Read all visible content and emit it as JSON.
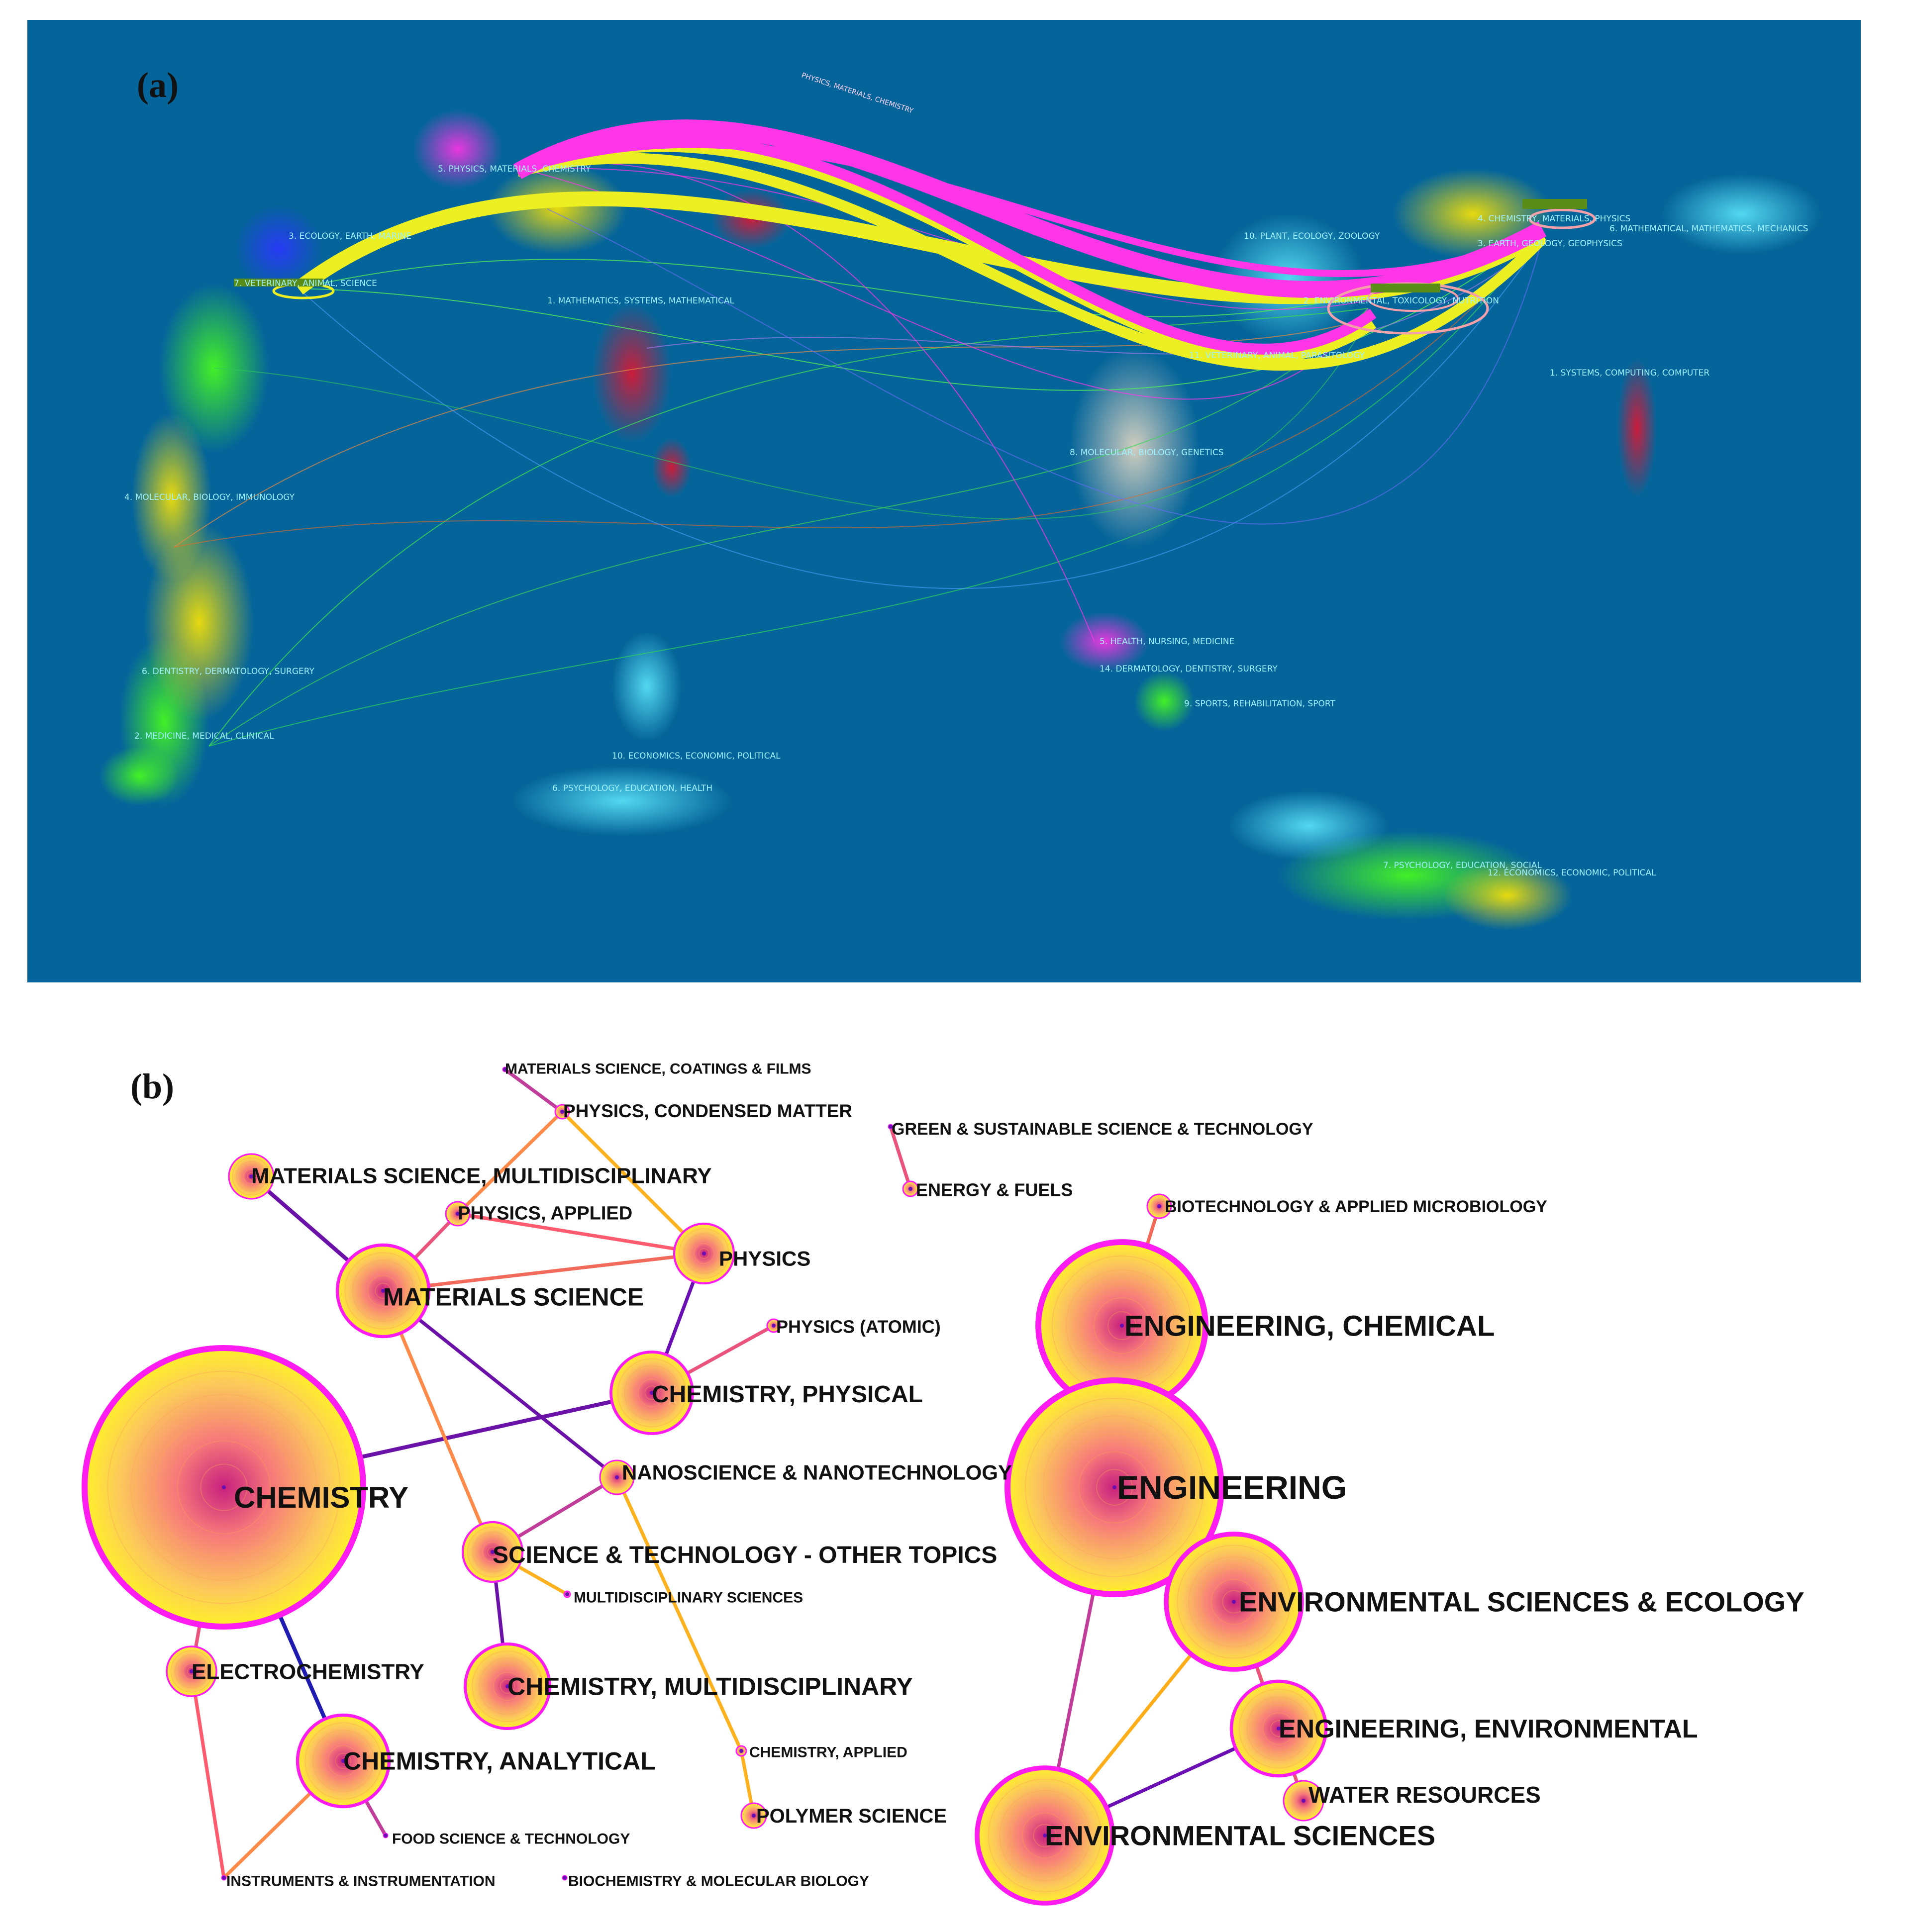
{
  "panel_a": {
    "letter": "(a)",
    "background": "#05659a",
    "overlay_labels": [
      "5. PHYSICS, MATERIALS, CHEMISTRY",
      "3. ECOLOGY, EARTH, MARINE",
      "7. VETERINARY, ANIMAL, SCIENCE",
      "1. MATHEMATICS, SYSTEMS, MATHEMATICAL",
      "4. MOLECULAR, BIOLOGY, IMMUNOLOGY",
      "6. DENTISTRY, DERMATOLOGY, SURGERY",
      "2. MEDICINE, MEDICAL, CLINICAL",
      "10. ECONOMICS, ECONOMIC, POLITICAL",
      "6. PSYCHOLOGY, EDUCATION, HEALTH",
      "10. PLANT, ECOLOGY, ZOOLOGY",
      "4. CHEMISTRY, MATERIALS, PHYSICS",
      "6. MATHEMATICAL, MATHEMATICS, MECHANICS",
      "3. EARTH, GEOLOGY, GEOPHYSICS",
      "2. ENVIRONMENTAL, TOXICOLOGY, NUTRITION",
      "11. VETERINARY, ANIMAL, PARASITOLOGY",
      "1. SYSTEMS, COMPUTING, COMPUTER",
      "8. MOLECULAR, BIOLOGY, GENETICS",
      "5. HEALTH, NURSING, MEDICINE",
      "14. DERMATOLOGY, DENTISTRY, SURGERY",
      "9. SPORTS, REHABILITATION, SPORT",
      "12. ECONOMICS, ECONOMIC, POLITICAL",
      "7. PSYCHOLOGY, EDUCATION, SOCIAL",
      "PHYSICS, MATERIALS, CHEMISTRY"
    ]
  },
  "panel_b": {
    "letter": "(b)",
    "nodes": [
      "CHEMISTRY",
      "MATERIALS SCIENCE, MULTIDISCIPLINARY",
      "MATERIALS SCIENCE",
      "PHYSICS, APPLIED",
      "PHYSICS",
      "PHYSICS, CONDENSED MATTER",
      "MATERIALS SCIENCE, COATINGS & FILMS",
      "PHYSICS (ATOMIC)",
      "CHEMISTRY, PHYSICAL",
      "NANOSCIENCE & NANOTECHNOLOGY",
      "SCIENCE & TECHNOLOGY - OTHER TOPICS",
      "MULTIDISCIPLINARY SCIENCES",
      "ELECTROCHEMISTRY",
      "CHEMISTRY, MULTIDISCIPLINARY",
      "CHEMISTRY, ANALYTICAL",
      "FOOD SCIENCE & TECHNOLOGY",
      "INSTRUMENTS & INSTRUMENTATION",
      "CHEMISTRY, APPLIED",
      "POLYMER SCIENCE",
      "BIOCHEMISTRY & MOLECULAR BIOLOGY",
      "GREEN & SUSTAINABLE SCIENCE & TECHNOLOGY",
      "ENERGY & FUELS",
      "BIOTECHNOLOGY & APPLIED MICROBIOLOGY",
      "ENGINEERING, CHEMICAL",
      "ENGINEERING",
      "ENVIRONMENTAL SCIENCES & ECOLOGY",
      "ENGINEERING, ENVIRONMENTAL",
      "WATER RESOURCES",
      "ENVIRONMENTAL SCIENCES"
    ],
    "edges": [
      [
        1,
        2
      ],
      [
        2,
        3
      ],
      [
        2,
        4
      ],
      [
        3,
        4
      ],
      [
        3,
        5
      ],
      [
        5,
        6
      ],
      [
        5,
        4
      ],
      [
        4,
        8
      ],
      [
        8,
        7
      ],
      [
        0,
        8
      ],
      [
        2,
        9
      ],
      [
        2,
        10
      ],
      [
        9,
        10
      ],
      [
        10,
        11
      ],
      [
        10,
        13
      ],
      [
        0,
        12
      ],
      [
        0,
        14
      ],
      [
        12,
        16
      ],
      [
        14,
        16
      ],
      [
        14,
        15
      ],
      [
        9,
        17
      ],
      [
        17,
        18
      ],
      [
        20,
        21
      ],
      [
        22,
        23
      ],
      [
        23,
        24
      ],
      [
        24,
        25
      ],
      [
        24,
        28
      ],
      [
        25,
        26
      ],
      [
        26,
        28
      ],
      [
        25,
        27
      ],
      [
        25,
        28
      ]
    ],
    "colors": {
      "ring": "#ff1cf0",
      "core_outer": "#ffea00",
      "core_inner": "#e23aa8"
    }
  }
}
